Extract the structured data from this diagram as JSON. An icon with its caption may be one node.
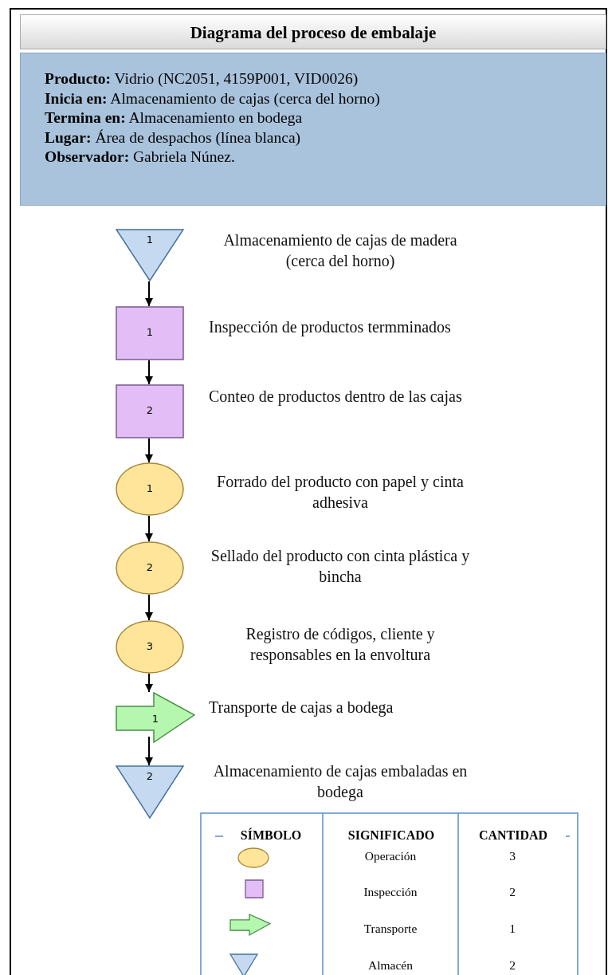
{
  "diagram": {
    "title": "Diagrama del proceso de embalaje",
    "nodes": [
      {
        "text": [
          "**Producto:** Vidrio (NC2051, 4159P001, VID0026)",
          "**Inicia en:** Almacenamiento de cajas (cerca del horno)",
          "**Termina en:** Almacenamiento en bodega",
          "**Lugar:** Área de despachos (línea blanca)",
          "**Observador:** Gabriela Núnez."
        ]
      },
      {
        "text": [
          "1"
        ],
        "beside": [
          "Almacenamiento de cajas de madera (cerca del horno)"
        ]
      },
      {
        "text": [
          "1"
        ],
        "beside": [
          "Inspección de productos termminados"
        ]
      },
      {
        "text": [
          "2"
        ],
        "beside": [
          "Conteo de productos dentro de las cajas"
        ]
      },
      {
        "text": [
          "1"
        ],
        "beside": [
          "Forrado del producto con papel y cinta adhesiva"
        ]
      },
      {
        "text": [
          "2"
        ],
        "beside": [
          "Sellado del producto con cinta plástica y bincha"
        ]
      },
      {
        "text": [
          "3"
        ],
        "beside": [
          "Registro de códigos, cliente y responsables en la envoltura"
        ]
      },
      {
        "text": [
          "1"
        ],
        "beside": [
          "Transporte de cajas a bodega"
        ]
      },
      {
        "text": [
          "2"
        ],
        "beside": [
          "Almacenamiento de cajas embaladas en bodega"
        ]
      }
    ],
    "edges": [
      {
        "from": 1,
        "to": 2,
        "arrow": "to"
      },
      {
        "from": 2,
        "to": 3,
        "arrow": "to"
      },
      {
        "from": 3,
        "to": 4,
        "arrow": "to"
      },
      {
        "from": 4,
        "to": 5,
        "arrow": "to"
      },
      {
        "from": 5,
        "to": 6,
        "arrow": "to"
      },
      {
        "from": 6,
        "to": 7,
        "arrow": "to"
      },
      {
        "from": 7,
        "to": 8,
        "arrow": "to"
      }
    ],
    "labels": [
      "SÍMBOLO",
      "SIGNIFICADO",
      "CANTIDAD",
      "Operación",
      "3",
      "Inspección",
      "2",
      "Transporte",
      "1",
      "Almacén",
      "2"
    ]
  }
}
